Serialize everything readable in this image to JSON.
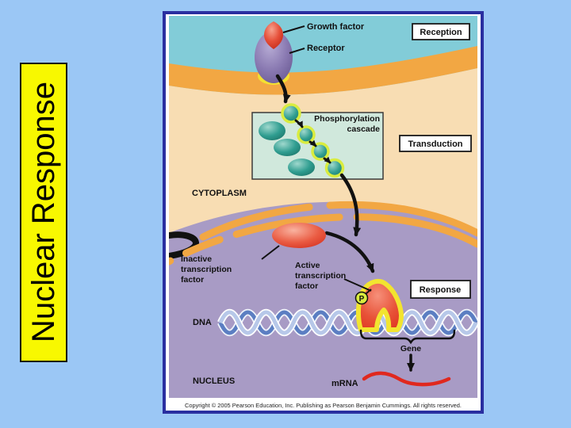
{
  "slide": {
    "side_label": "Nuclear Response"
  },
  "diagram": {
    "stages": {
      "reception": "Reception",
      "transduction": "Transduction",
      "response": "Response"
    },
    "labels": {
      "growth_factor": "Growth factor",
      "receptor": "Receptor",
      "phosphorylation_line1": "Phosphorylation",
      "phosphorylation_line2": "cascade",
      "cytoplasm": "CYTOPLASM",
      "inactive_tf": [
        "Inactive",
        "transcription",
        "factor"
      ],
      "active_tf": [
        "Active",
        "transcription",
        "factor"
      ],
      "phosphate": "P",
      "dna": "DNA",
      "nucleus": "NUCLEUS",
      "gene": "Gene",
      "mrna": "mRNA"
    },
    "copyright": "Copyright © 2005 Pearson Education, Inc. Publishing as Pearson Benjamin Cummings. All rights reserved.",
    "colors": {
      "slide_background": "#9bc7f5",
      "panel_border": "#2a2fa0",
      "side_label_background": "#f8f800",
      "extracellular": "#82ccd8",
      "membrane": "#f2a743",
      "cytoplasm": "#f8ddb3",
      "nucleus": "#a89bc5",
      "cascade_box": "#d0e8dc",
      "kinase": "#2f9d90",
      "phosphate_ring": "#d9ec3f",
      "transcription_factor": "#e64a33",
      "glow": "#f2e430",
      "dna_light": "#b7c8e9",
      "dna_dark": "#5b7ec2",
      "mrna": "#e0281e"
    }
  }
}
